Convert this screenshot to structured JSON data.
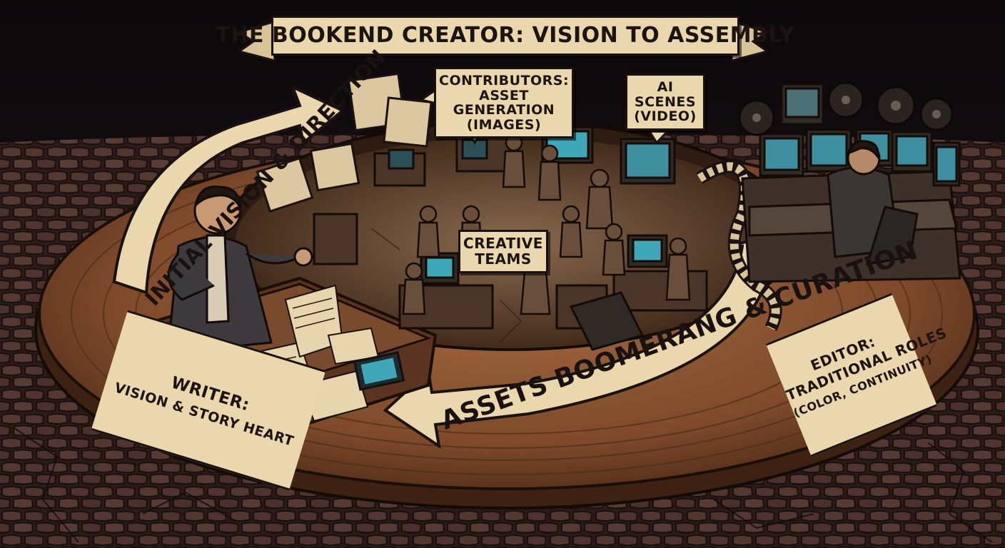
{
  "title": "THE BOOKEND CREATOR: VISION TO ASSEMBLY",
  "labels": {
    "contributors": "CONTRIBUTORS: ASSET GENERATION (IMAGES)",
    "ai_scenes": "AI SCENES (VIDEO)",
    "creative_teams": "CREATIVE TEAMS",
    "writer_title": "WRITER:",
    "writer_subtitle": "VISION & STORY HEART",
    "editor_title": "EDITOR:",
    "editor_subtitle": "TRADITIONAL ROLES",
    "editor_detail": "(COLOR, CONTINUITY)"
  },
  "arrows": {
    "initial": "INITIAL VISION & DIRECTION",
    "assets": "ASSETS BOOMERANG & CURATION"
  },
  "colors": {
    "background": "#120d10",
    "parchment": "#ead7ad",
    "wood": "#8a5432",
    "wood_dark": "#4a2a18",
    "ink": "#1a1210",
    "screen": "#3fa7b8"
  }
}
